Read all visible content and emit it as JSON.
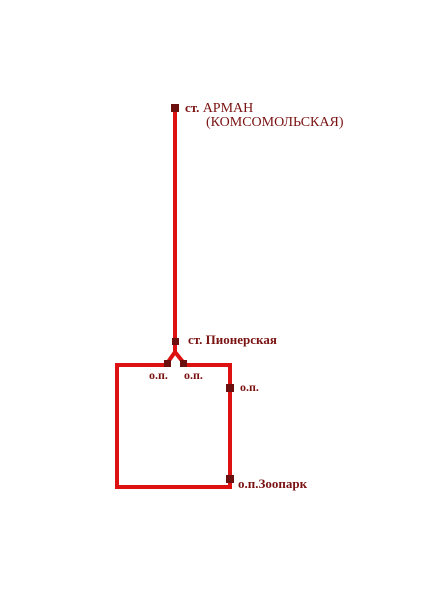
{
  "route": {
    "color": "#dd1111",
    "stop_color": "#6b0f0f",
    "label_color": "#7a1212"
  },
  "stations": {
    "arman": {
      "prefix": "ст.",
      "name": "АРМАН",
      "alt_name": "(КОМСОМОЛЬСКАЯ)"
    },
    "pionerskaya": {
      "label": "ст. Пионерская"
    },
    "stop_left": {
      "label": "о.п."
    },
    "stop_right": {
      "label": "о.п."
    },
    "stop_east": {
      "label": "о.п."
    },
    "zoopark": {
      "label": "о.п.Зоопарк"
    }
  }
}
